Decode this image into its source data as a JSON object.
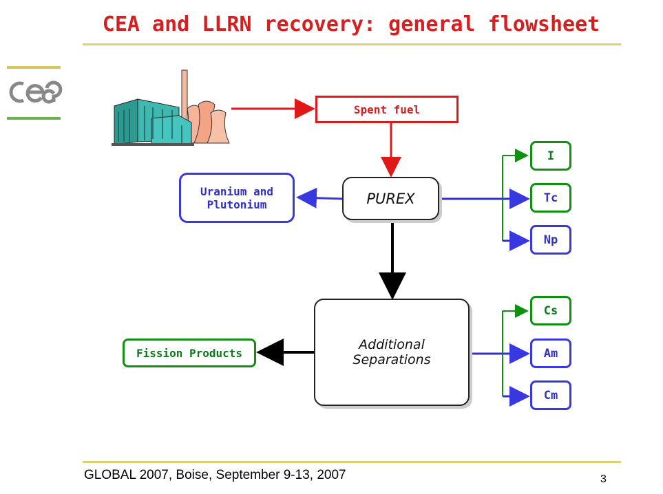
{
  "title": "CEA and LLRN recovery: general flowsheet",
  "logo_text": "cea",
  "nodes": {
    "spent_fuel": "Spent fuel",
    "purex": "PUREX",
    "uranium_plutonium": "Uranium and Plutonium",
    "additional_separations": "Additional Separations",
    "fission_products": "Fission Products",
    "iodine": "I",
    "technetium": "Tc",
    "neptunium": "Np",
    "cesium": "Cs",
    "americium": "Am",
    "curium": "Cm"
  },
  "icons": {
    "plant": "nuclear-power-plant-icon"
  },
  "colors": {
    "red": "#e01818",
    "blue": "#3838e0",
    "green": "#109010",
    "rule": "#dcd070"
  },
  "footer": "GLOBAL 2007, Boise, September 9-13, 2007",
  "page_number": "3"
}
